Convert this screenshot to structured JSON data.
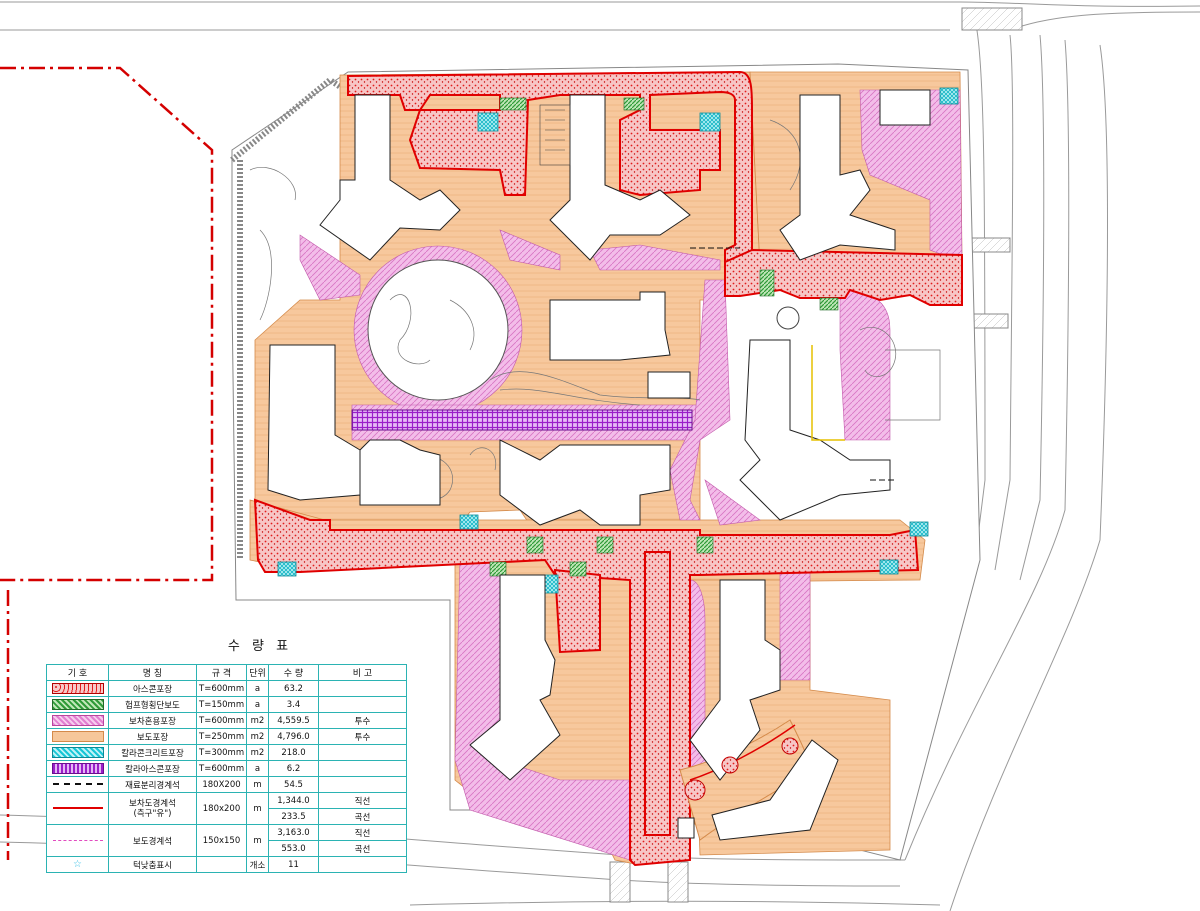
{
  "colors": {
    "road": "#ececec",
    "asphalt_fill": "#f5bcbc",
    "asphalt_dots": "#e21b1b",
    "curb_red": "#e00000",
    "mixed_pink": "#f2b6e6",
    "walk_orange": "#f6c79a",
    "hump_green": "#4caf50",
    "color_concrete": "#29c9d8",
    "color_asphalt_purple": "#a32fd6",
    "boundary_red": "#d40000",
    "building_line": "#222222",
    "table_border": "#2bb3b3"
  },
  "legend": {
    "title": "수 량 표",
    "headers": [
      "기 호",
      "명 칭",
      "규 격",
      "단위",
      "수 량",
      "비 고"
    ],
    "rows": [
      {
        "symbol": "asphalt-swatch",
        "name": "아스콘포장",
        "spec": "T=600mm",
        "unit": "a",
        "qty": "63.2",
        "note": ""
      },
      {
        "symbol": "hump-swatch",
        "name": "험프형횡단보도",
        "spec": "T=150mm",
        "unit": "a",
        "qty": "3.4",
        "note": ""
      },
      {
        "symbol": "mixed-swatch",
        "name": "보차혼용포장",
        "spec": "T=600mm",
        "unit": "m2",
        "qty": "4,559.5",
        "note": "투수"
      },
      {
        "symbol": "walk-swatch",
        "name": "보도포장",
        "spec": "T=250mm",
        "unit": "m2",
        "qty": "4,796.0",
        "note": "투수"
      },
      {
        "symbol": "colorconc-swatch",
        "name": "칼라콘크리트포장",
        "spec": "T=300mm",
        "unit": "m2",
        "qty": "218.0",
        "note": ""
      },
      {
        "symbol": "colorasph-swatch",
        "name": "칼라아스콘포장",
        "spec": "T=600mm",
        "unit": "a",
        "qty": "6.2",
        "note": ""
      },
      {
        "symbol": "dash-line",
        "name": "재료분리경계석",
        "spec": "180X200",
        "unit": "m",
        "qty": "54.5",
        "note": ""
      }
    ],
    "curb_red": {
      "name": "보차도경계석",
      "name_sub": "(측구\"유\")",
      "spec": "180x200",
      "unit": "m",
      "qty_straight": "1,344.0",
      "note_straight": "직선",
      "qty_curve": "233.5",
      "note_curve": "곡선"
    },
    "curb_walk": {
      "name": "보도경계석",
      "spec": "150x150",
      "unit": "m",
      "qty_straight": "3,163.0",
      "note_straight": "직선",
      "qty_curve": "553.0",
      "note_curve": "곡선"
    },
    "tactile": {
      "symbol": "☆",
      "name": "턱낮춤표시",
      "spec": "",
      "unit": "개소",
      "qty": "11",
      "note": ""
    }
  }
}
